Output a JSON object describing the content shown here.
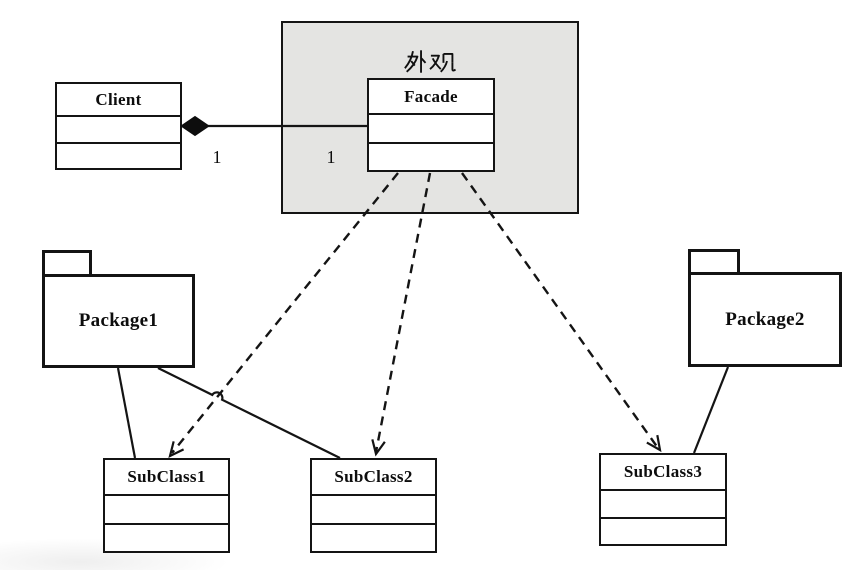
{
  "diagram": {
    "kind": "uml-facade-pattern",
    "region": {
      "label": "外观"
    },
    "classes": [
      {
        "name": "Client"
      },
      {
        "name": "Facade"
      },
      {
        "name": "SubClass1"
      },
      {
        "name": "SubClass2"
      },
      {
        "name": "SubClass3"
      }
    ],
    "packages": [
      {
        "name": "Package1"
      },
      {
        "name": "Package2"
      }
    ],
    "composition": {
      "from": "Client",
      "to": "Facade",
      "client_multiplicity": "1",
      "facade_multiplicity": "1"
    },
    "dependencies": [
      {
        "from": "Facade",
        "to": "SubClass1",
        "style": "dashed-open-arrow"
      },
      {
        "from": "Facade",
        "to": "SubClass2",
        "style": "dashed-open-arrow"
      },
      {
        "from": "Facade",
        "to": "SubClass3",
        "style": "dashed-open-arrow"
      }
    ],
    "package_links": [
      {
        "from": "Package1",
        "to": "SubClass1"
      },
      {
        "from": "Package1",
        "to": "SubClass2"
      },
      {
        "from": "Package2",
        "to": "SubClass3"
      }
    ],
    "colors": {
      "region_fill": "#e4e4e2",
      "line": "#141414",
      "background": "#ffffff"
    }
  }
}
